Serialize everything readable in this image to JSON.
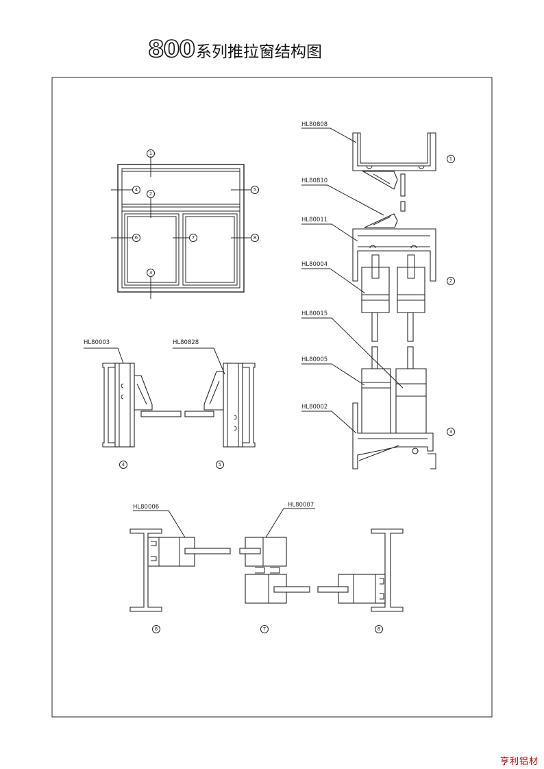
{
  "title": {
    "number": "800",
    "text": "系列推拉窗结构图"
  },
  "brand": "亨利铝材",
  "elevation_markers": [
    "1",
    "2",
    "3",
    "4",
    "5",
    "6",
    "7",
    "8"
  ],
  "profiles": {
    "p1": "HL80808",
    "p2": "HL80810",
    "p3": "HL80011",
    "p4": "HL80004",
    "p5": "HL80015",
    "p6": "HL80005",
    "p7": "HL80002",
    "p8": "HL80003",
    "p9": "HL80828",
    "p10": "HL80006",
    "p11": "HL80007"
  },
  "section_markers": {
    "vertical": [
      "1",
      "2",
      "3"
    ],
    "left_side": "4",
    "right_side": "5",
    "bottom_left": "6",
    "bottom_mid": "7",
    "bottom_right": "8"
  }
}
